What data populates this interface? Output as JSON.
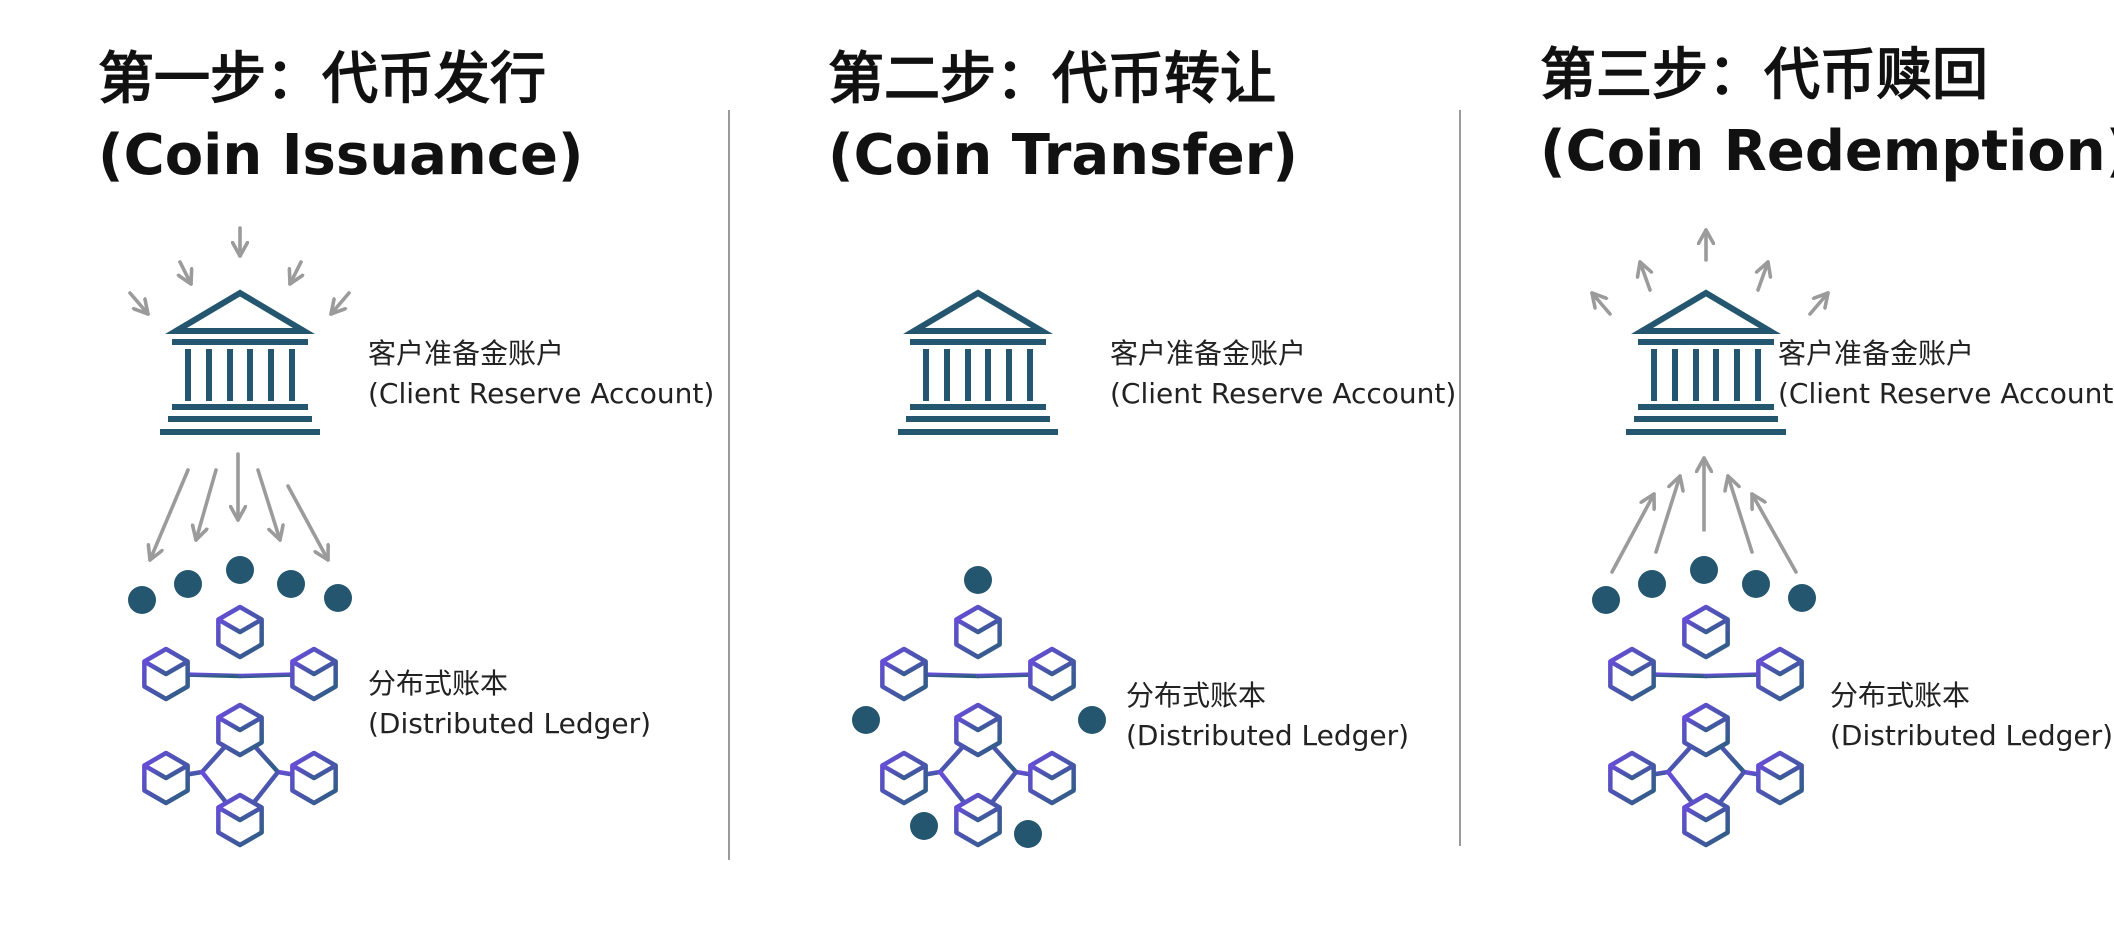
{
  "colors": {
    "bank": "#245670",
    "coin": "#245670",
    "arrow": "#9b9b9b",
    "ledger_light": "#6a4cdc",
    "ledger_dark": "#2b5f7e",
    "divider": "#9a9a9a"
  },
  "icons": {
    "bank": "bank-icon",
    "ledger": "blockchain-ledger-icon",
    "coin": "coin-icon",
    "arrow": "arrow-icon"
  },
  "panels": [
    {
      "title_cn": "第一步：代币发行",
      "title_en": "(Coin Issuance)",
      "account_cn": "客户准备金账户",
      "account_en": "(Client Reserve Account)",
      "ledger_cn": "分布式账本",
      "ledger_en": "(Distributed Ledger)"
    },
    {
      "title_cn": "第二步：代币转让",
      "title_en": "(Coin Transfer)",
      "account_cn": "客户准备金账户",
      "account_en": "(Client Reserve Account)",
      "ledger_cn": "分布式账本",
      "ledger_en": "(Distributed Ledger)"
    },
    {
      "title_cn": "第三步：代币赎回",
      "title_en": "(Coin Redemption)",
      "account_cn": "客户准备金账户",
      "account_en": "(Client Reserve Account)",
      "ledger_cn": "分布式账本",
      "ledger_en": "(Distributed Ledger)"
    }
  ]
}
